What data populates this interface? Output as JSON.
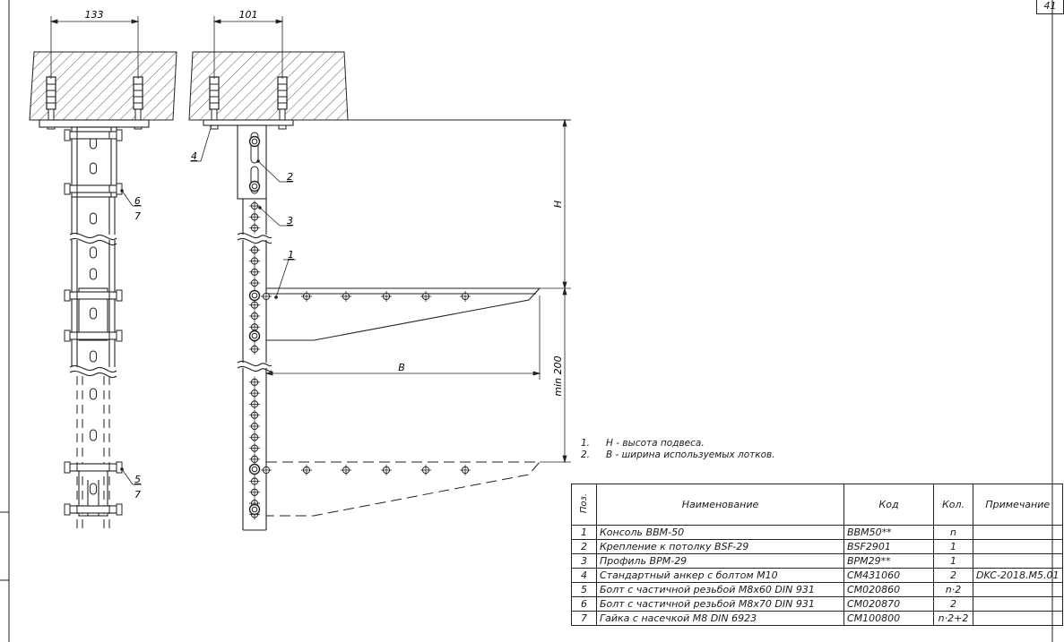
{
  "page_number": "41",
  "dimensions": {
    "left_anchor_spacing": "133",
    "right_anchor_spacing": "101",
    "height": "H",
    "width": "B",
    "min_gap": "min 200"
  },
  "callouts": {
    "console": "1",
    "ceiling_mount": "2",
    "profile": "3",
    "anchor": "4",
    "bolt_m8x60": "5",
    "bolt_m8x70": "6",
    "nut_top": "7",
    "nut_bottom": "7"
  },
  "notes": [
    {
      "num": "1.",
      "text": "H - высота подвеса."
    },
    {
      "num": "2.",
      "text": "B - ширина используемых лотков."
    }
  ],
  "table": {
    "headers": {
      "pos": "Поз.",
      "name": "Наименование",
      "code": "Код",
      "qty": "Кол.",
      "note": "Примечание"
    },
    "rows": [
      {
        "pos": "1",
        "name": "Консоль BBM-50",
        "code": "BBM50**",
        "qty": "n",
        "note": ""
      },
      {
        "pos": "2",
        "name": "Крепление к потолку BSF-29",
        "code": "BSF2901",
        "qty": "1",
        "note": ""
      },
      {
        "pos": "3",
        "name": "Профиль BPM-29",
        "code": "BPM29**",
        "qty": "1",
        "note": ""
      },
      {
        "pos": "4",
        "name": "Стандартный анкер с болтом M10",
        "code": "CM431060",
        "qty": "2",
        "note": "DKC-2018.M5.01"
      },
      {
        "pos": "5",
        "name": "Болт с частичной резьбой M8x60 DIN 931",
        "code": "CM020860",
        "qty": "n·2",
        "note": ""
      },
      {
        "pos": "6",
        "name": "Болт с частичной резьбой M8x70 DIN 931",
        "code": "CM020870",
        "qty": "2",
        "note": ""
      },
      {
        "pos": "7",
        "name": "Гайка с насечкой M8 DIN 6923",
        "code": "CM100800",
        "qty": "n·2+2",
        "note": ""
      }
    ]
  }
}
